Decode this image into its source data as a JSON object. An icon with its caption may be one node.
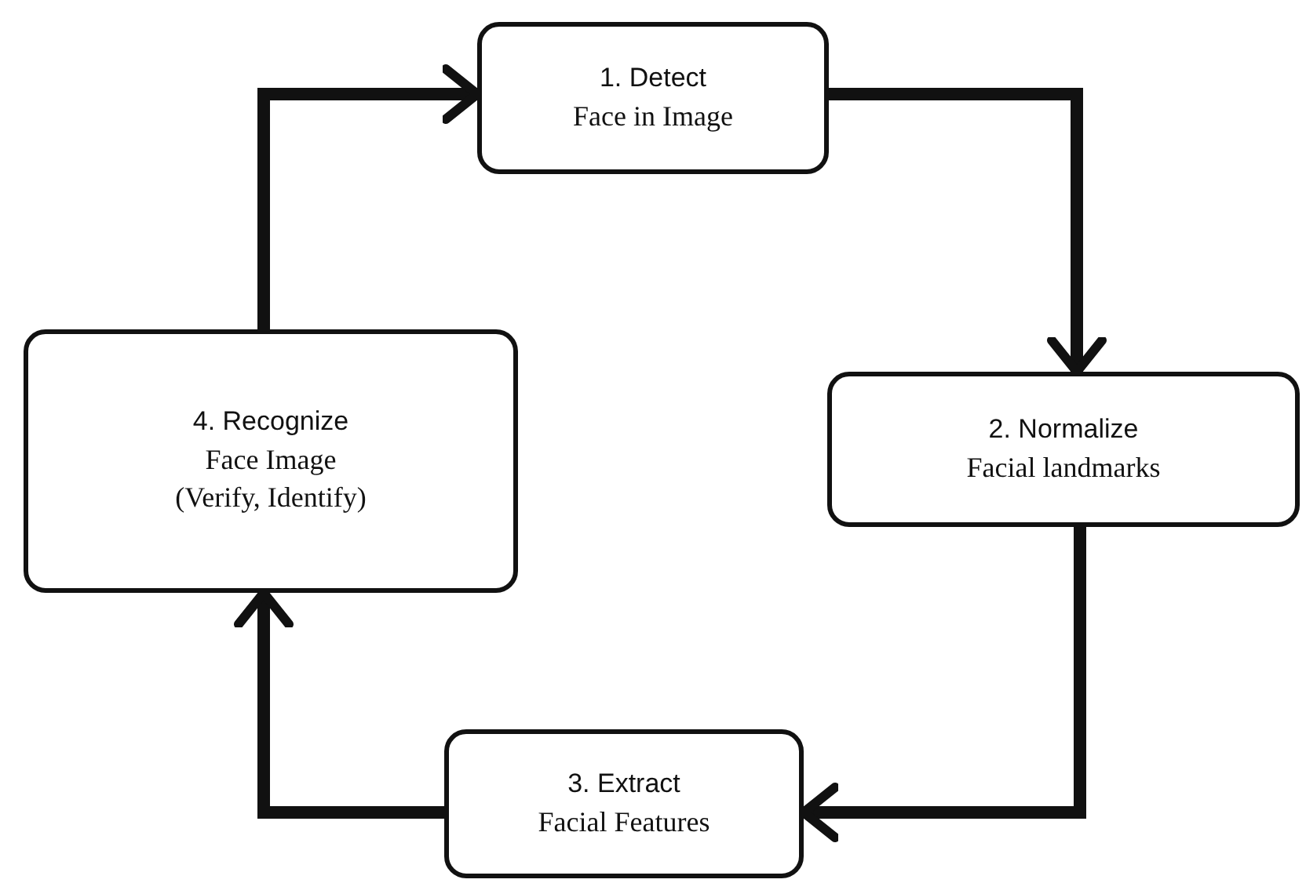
{
  "diagram": {
    "nodes": [
      {
        "text": [
          "1. Detect",
          "Face in Image"
        ]
      },
      {
        "text": [
          "2. Normalize",
          "Facial landmarks"
        ]
      },
      {
        "text": [
          "3. Extract",
          "Facial Features"
        ]
      },
      {
        "text": [
          "4. Recognize",
          "Face Image",
          "(Verify, Identify)"
        ]
      }
    ],
    "edges": [
      {
        "from": 0,
        "to": 1,
        "arrow": "to"
      },
      {
        "from": 1,
        "to": 2,
        "arrow": "to"
      },
      {
        "from": 2,
        "to": 3,
        "arrow": "to"
      },
      {
        "from": 3,
        "to": 0,
        "arrow": "to"
      }
    ]
  }
}
